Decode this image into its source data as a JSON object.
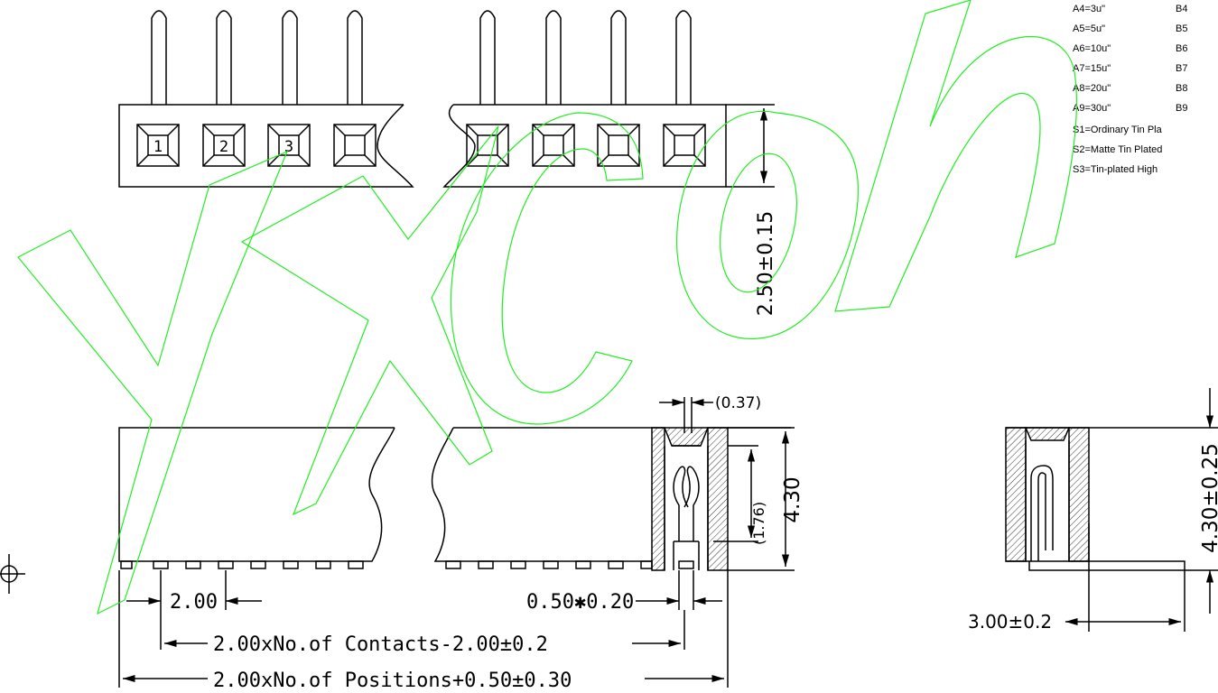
{
  "pin_numbers": [
    "1",
    "2",
    "3"
  ],
  "dimensions": {
    "pin_height": "2.50±0.15",
    "pin_offset": "(0.37)",
    "inner_height": "(1.76)",
    "body_height": "4.30",
    "pitch": "2.00",
    "pin_size": "0.50✱0.20",
    "contacts_length": "2.00xNo.of Contacts-2.00±0.2",
    "positions_length": "2.00xNo.of Positions+0.50±0.30",
    "side_height": "4.30±0.25",
    "side_depth": "3.00±0.2"
  },
  "plating_notes": {
    "a_codes": [
      "A4=3u\"",
      "A5=5u\"",
      "A6=10u\"",
      "A7=15u\"",
      "A8=20u\"",
      "A9=30u\""
    ],
    "b_codes": [
      "B4",
      "B5",
      "B6",
      "B7",
      "B8",
      "B9"
    ],
    "s_codes": [
      "S1=Ordinary Tin Pla",
      "S2=Matte Tin Plated",
      "S3=Tin-plated High"
    ]
  },
  "watermark": "yxcon",
  "colors": {
    "line": "#000000",
    "watermark": "#22ee22",
    "background": "#ffffff"
  }
}
